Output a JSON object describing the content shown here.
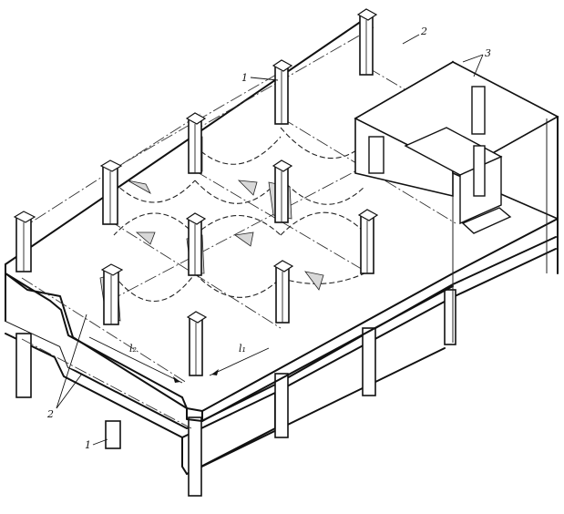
{
  "labels": {
    "column": "1",
    "slab": "2",
    "core": "3",
    "span_a": "l₂",
    "span_b": "l₁"
  }
}
